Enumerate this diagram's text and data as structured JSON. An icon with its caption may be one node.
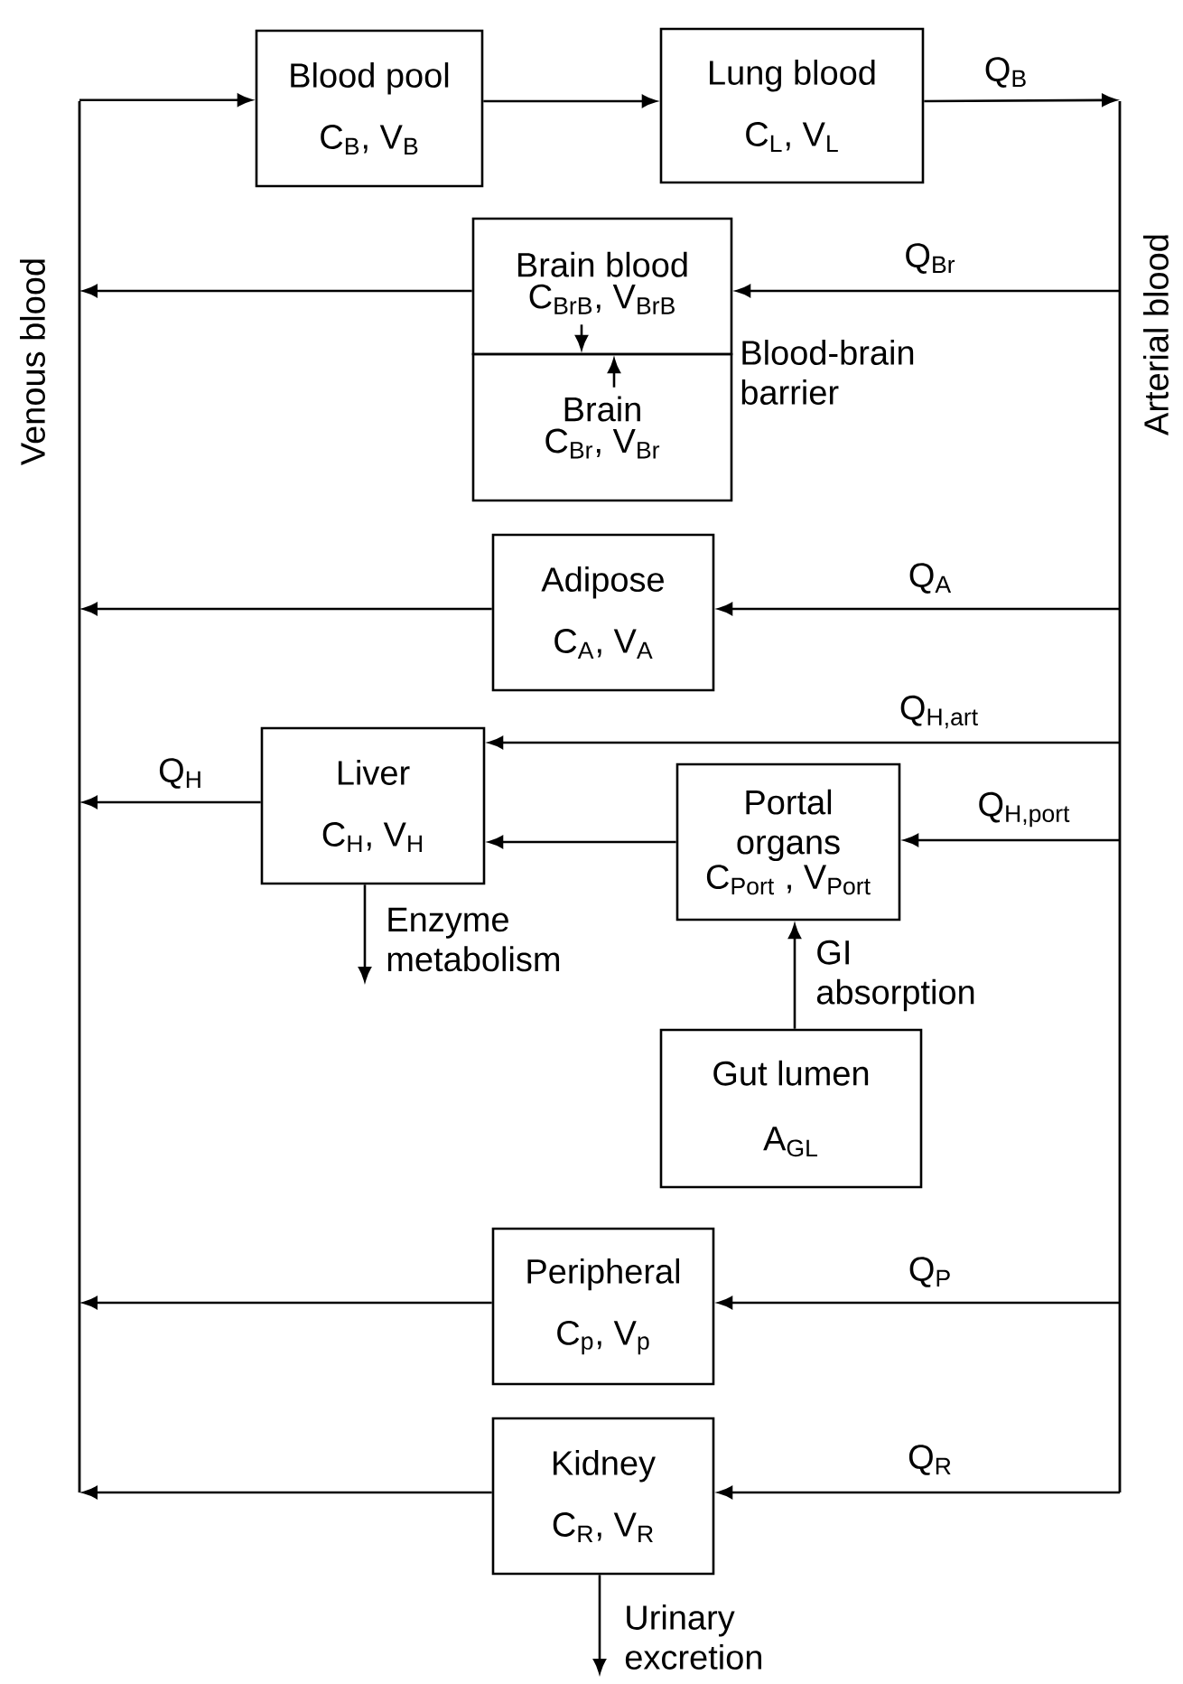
{
  "diagram": {
    "nodes": [
      {
        "text": [],
        "shape": "bar"
      },
      {
        "text": [
          "Blood pool",
          "C$_{B}$, V$_{B}$"
        ]
      },
      {
        "text": [
          "Lung blood",
          "C$_{L}$, V$_{L}$"
        ]
      },
      {
        "text": [],
        "shape": "bar"
      },
      {
        "text": [
          "Brain blood",
          "C$_{BrB}$, V$_{BrB}$"
        ]
      },
      {
        "text": [
          "Brain",
          "C$_{Br}$, V$_{Br}$"
        ]
      },
      {
        "text": [
          "Adipose",
          "C$_{A}$, V$_{A}$"
        ]
      },
      {
        "text": [
          "Liver",
          "C$_{H}$, V$_{H}$"
        ]
      },
      {
        "text": [
          "Portal organs",
          "C$_{Port}$ , V$_{Port}$"
        ]
      },
      {
        "text": [
          "Gut lumen",
          "A$_{GL}$"
        ]
      },
      {
        "text": [
          "Peripheral",
          "C$_{p}$, V$_{p}$"
        ]
      },
      {
        "text": [
          "Kidney",
          "C$_{R}$, V$_{R}$"
        ]
      }
    ],
    "edges": [
      {
        "from": 0,
        "to": 1,
        "arrow": "to"
      },
      {
        "from": 1,
        "to": 2,
        "arrow": "to"
      },
      {
        "from": 2,
        "to": 3,
        "arrow": "to",
        "label": "Q$_{B}$"
      },
      {
        "from": 3,
        "to": 4,
        "arrow": "to",
        "label": "Q$_{Br}$"
      },
      {
        "from": 4,
        "to": 0,
        "arrow": "to"
      },
      {
        "from": 4,
        "to": 5,
        "arrow": "to"
      },
      {
        "from": 5,
        "to": 4,
        "arrow": "to"
      },
      {
        "from": 3,
        "to": 6,
        "arrow": "to",
        "label": "Q$_{A}$"
      },
      {
        "from": 6,
        "to": 0,
        "arrow": "to"
      },
      {
        "from": 3,
        "to": 7,
        "arrow": "to",
        "label": "Q$_{H,art}$"
      },
      {
        "from": 7,
        "to": 0,
        "arrow": "to",
        "label": "Q$_{H}$"
      },
      {
        "from": 3,
        "to": 8,
        "arrow": "to",
        "label": "Q$_{H,port}$"
      },
      {
        "from": 8,
        "to": 7,
        "arrow": "to"
      },
      {
        "from": 9,
        "to": 8,
        "arrow": "to",
        "label": "GI absorption"
      },
      {
        "from": 7,
        "to": null,
        "arrow": "to",
        "label": "Enzyme metabolism"
      },
      {
        "from": 3,
        "to": 10,
        "arrow": "to",
        "label": "Q$_{P}$"
      },
      {
        "from": 10,
        "to": 0,
        "arrow": "to"
      },
      {
        "from": 3,
        "to": 11,
        "arrow": "to",
        "label": "Q$_{R}$"
      },
      {
        "from": 11,
        "to": 0,
        "arrow": "to"
      },
      {
        "from": 11,
        "to": null,
        "arrow": "to",
        "label": "Urinary excretion"
      }
    ],
    "labels": [
      "Venous blood",
      "Arterial blood",
      "Blood-brain barrier"
    ]
  }
}
